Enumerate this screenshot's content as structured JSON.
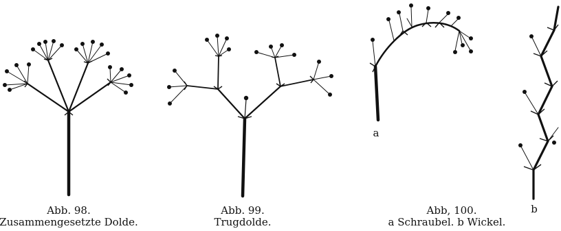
{
  "figures": {
    "fig98": {
      "number": "Abb. 98.",
      "caption": "Zusammengesetzte Dolde."
    },
    "fig99": {
      "number": "Abb. 99.",
      "caption": "Trugdolde."
    },
    "fig100": {
      "number": "Abb, 100.",
      "caption": "a Schraubel. b Wickel.",
      "label_a": "a",
      "label_b": "b"
    }
  }
}
